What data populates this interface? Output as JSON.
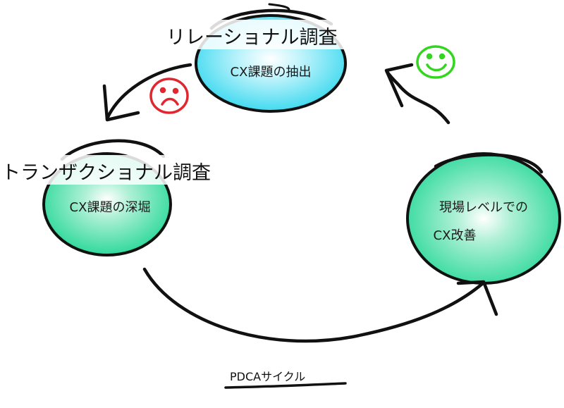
{
  "nodes": {
    "top": {
      "heading": "リレーショナル調査",
      "label": "CX課題の抽出",
      "color": "#2fd6ee"
    },
    "left": {
      "heading": "トランザクショナル調査",
      "label": "CX課題の深堀",
      "color": "#1fd694"
    },
    "right": {
      "label_line1": "現場レベルでの",
      "label_line2": "CX改善",
      "color": "#1fd694"
    }
  },
  "faces": {
    "sad": {
      "icon": "sad-face-icon",
      "color": "#e0262e"
    },
    "happy": {
      "icon": "happy-face-icon",
      "color": "#33d61f"
    }
  },
  "footer": {
    "caption": "PDCAサイクル"
  }
}
